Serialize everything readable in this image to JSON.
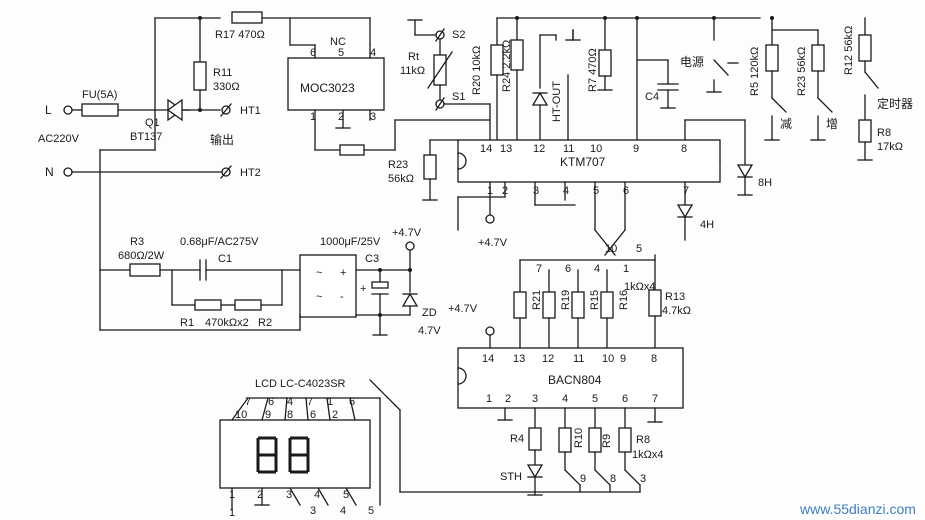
{
  "mains": {
    "L": "L",
    "N": "N",
    "voltage": "AC220V",
    "fuse": "FU(5A)"
  },
  "triac": {
    "ref": "Q1",
    "part": "BT137",
    "r17": "R17 470Ω",
    "r11": "R11",
    "r11_val": "330Ω"
  },
  "output": {
    "label": "输出",
    "ht1": "HT1",
    "ht2": "HT2"
  },
  "optocoupler": {
    "part": "MOC3023",
    "nc": "NC",
    "pins": [
      "6",
      "5",
      "4",
      "1",
      "2",
      "3"
    ]
  },
  "sensor": {
    "rt": "Rt",
    "rt_val": "11kΩ",
    "s1": "S1",
    "s2": "S2"
  },
  "top_resistors": {
    "r20": "R20 10kΩ",
    "r24": "R24 2.2kΩ",
    "ht_out": "HT-OUT",
    "r7": "R7 470Ω",
    "c4": "C4",
    "power": "电源",
    "r5": "R5 120kΩ",
    "r23b": "R23 56kΩ",
    "r12": "R12 56kΩ",
    "timer": "定时器",
    "r8": "R8",
    "r8_val": "17kΩ",
    "dec": "减",
    "inc": "增"
  },
  "ktm707": {
    "name": "KTM707",
    "top_pins": [
      "14",
      "13",
      "12",
      "11",
      "10",
      "9",
      "8"
    ],
    "bottom_pins": [
      "1",
      "2",
      "3",
      "4",
      "5",
      "6",
      "7"
    ],
    "r23": "R23",
    "r23_val": "56kΩ",
    "led8": "8H",
    "led4": "4H",
    "vcc": "+4.7V"
  },
  "supply": {
    "r3": "R3",
    "r3_val": "680Ω/2W",
    "c1": "0.68μF/AC275V",
    "c1_ref": "C1",
    "c3_val": "1000μF/25V",
    "c3_ref": "C3",
    "vout": "+4.7V",
    "r1": "R1",
    "r1_val": "470kΩx2",
    "r2": "R2",
    "zd": "ZD",
    "zd_val": "4.7V"
  },
  "resistor_net": {
    "labels": [
      "7",
      "6",
      "4",
      "1",
      "10",
      "5"
    ],
    "r21": "R21",
    "r19": "R19",
    "r15": "R15",
    "r16": "R16",
    "rnote": "1kΩx4",
    "r13": "R13",
    "r13_val": "4.7kΩ"
  },
  "bacn804": {
    "name": "BACN804",
    "top_pins": [
      "14",
      "13",
      "12",
      "11",
      "10",
      "9",
      "8"
    ],
    "bottom_pins": [
      "1",
      "2",
      "3",
      "4",
      "5",
      "6",
      "7"
    ],
    "vcc": "+4.7V"
  },
  "lower_resistors": {
    "r4": "R4",
    "r10": "R10",
    "r9": "R9",
    "r8": "R8",
    "rnote": "1kΩx4",
    "sth": "STH",
    "out_labels": [
      "9",
      "8",
      "3"
    ]
  },
  "lcd": {
    "name": "LCD LC-C4023SR",
    "top_pins": [
      "7",
      "6",
      "4",
      "7",
      "1",
      "6"
    ],
    "top_row2": [
      "10",
      "9",
      "8",
      "6",
      "2"
    ],
    "bottom_pins": [
      "1",
      "2",
      "3",
      "4",
      "5"
    ],
    "bottom_row2": [
      "1",
      "3",
      "4",
      "5"
    ],
    "digits": "88"
  },
  "watermark": "www.55dianzi.com"
}
